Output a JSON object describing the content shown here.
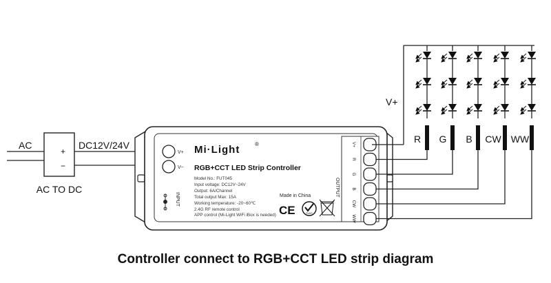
{
  "caption": "Controller connect to RGB+CCT LED strip diagram",
  "power": {
    "ac_label": "AC",
    "dc_label": "DC12V/24V",
    "converter_label": "AC TO DC",
    "plus": "+",
    "minus": "−"
  },
  "controller": {
    "brand": "Mi·Light",
    "registered": "®",
    "title": "RGB+CCT LED Strip Controller",
    "specs": [
      "Model No.: FUT045",
      "Input voltage: DC12V~24V",
      "Output: 6A/Channel",
      "Total output Max: 15A",
      "Working temperature: -20~60℃",
      "2.4G RF remote control",
      "APP control (Mi-Light WiFi iBox is needed)"
    ],
    "input_vplus": "V+",
    "input_vminus": "V−",
    "input_label": "INPUT",
    "output_label": "OUTPUT",
    "made_in": "Made in China",
    "ce": "CE",
    "rohs": "RoHS",
    "terminals": [
      "V+",
      "R",
      "G",
      "B",
      "CW",
      "WW"
    ]
  },
  "strip": {
    "vplus_label": "V+",
    "channels": [
      "R",
      "G",
      "B",
      "CW",
      "WW"
    ]
  }
}
